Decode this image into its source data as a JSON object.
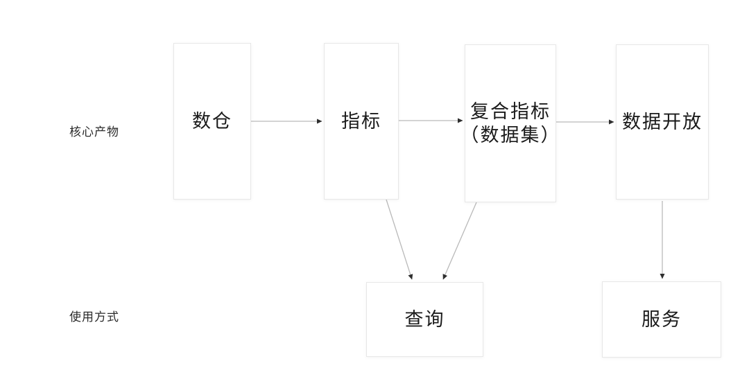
{
  "diagram": {
    "row_labels": [
      {
        "id": "core-products",
        "text": "核心产物"
      },
      {
        "id": "usage-mode",
        "text": "使用方式"
      }
    ],
    "nodes": [
      {
        "id": "data-warehouse",
        "label": "数仓"
      },
      {
        "id": "metrics",
        "label": "指标"
      },
      {
        "id": "composite-metrics",
        "label": "复合指标",
        "label_line2": "（数据集）"
      },
      {
        "id": "data-open",
        "label": "数据开放"
      },
      {
        "id": "query",
        "label": "查询"
      },
      {
        "id": "service",
        "label": "服务"
      }
    ],
    "edges": [
      {
        "from": "data-warehouse",
        "to": "metrics"
      },
      {
        "from": "metrics",
        "to": "composite-metrics"
      },
      {
        "from": "composite-metrics",
        "to": "data-open"
      },
      {
        "from": "metrics",
        "to": "query"
      },
      {
        "from": "composite-metrics",
        "to": "query"
      },
      {
        "from": "data-open",
        "to": "service"
      }
    ],
    "colors": {
      "background": "#ffffff",
      "box_border": "#e7e7e7",
      "line": "#b9b9b9",
      "arrowhead": "#2e2e2e",
      "text": "#1b1b1b"
    }
  }
}
